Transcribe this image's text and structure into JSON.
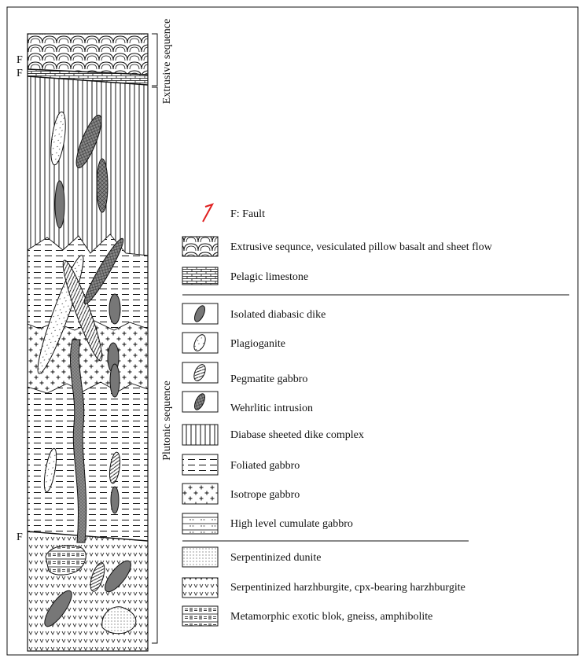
{
  "column": {
    "fault_labels": [
      "F",
      "F",
      "F"
    ],
    "sequences": [
      {
        "id": "extrusive",
        "label": "Extrusive sequence"
      },
      {
        "id": "plutonic",
        "label": "Plutonic sequence"
      }
    ],
    "units_top_to_bottom": [
      "Extrusive sequnce, vesiculated pillow basalt and sheet flow",
      "Pelagic limestone",
      "Diabase sheeted dike complex",
      "Foliated gabbro",
      "Isotrope gabbro",
      "Foliated gabbro",
      "Serpentinized harzhburgite, cpx-bearing harzhburgite"
    ]
  },
  "legend": {
    "items": [
      {
        "id": "fault",
        "label": "F: Fault"
      },
      {
        "id": "extrusive",
        "label": "Extrusive sequnce, vesiculated pillow basalt and sheet flow"
      },
      {
        "id": "limestone",
        "label": "Pelagic limestone"
      },
      {
        "id": "dike",
        "label": "Isolated diabasic dike"
      },
      {
        "id": "plagiogranite",
        "label": "Plagioganite"
      },
      {
        "id": "pegmatite",
        "label": "Pegmatite gabbro"
      },
      {
        "id": "wehrlite",
        "label": "Wehrlitic intrusion"
      },
      {
        "id": "sheeted",
        "label": "Diabase sheeted dike complex"
      },
      {
        "id": "foliated",
        "label": "Foliated gabbro"
      },
      {
        "id": "isotrope",
        "label": "Isotrope gabbro"
      },
      {
        "id": "cumulate",
        "label": "High level cumulate gabbro"
      },
      {
        "id": "dunite",
        "label": "Serpentinized dunite"
      },
      {
        "id": "harzburgite",
        "label": "Serpentinized harzhburgite, cpx-bearing harzhburgite"
      },
      {
        "id": "exotic",
        "label": "Metamorphic exotic blok, gneiss, amphibolite"
      }
    ]
  },
  "colors": {
    "fault_symbol": "#e02020",
    "dark_fill": "#777777",
    "line": "#111111"
  }
}
